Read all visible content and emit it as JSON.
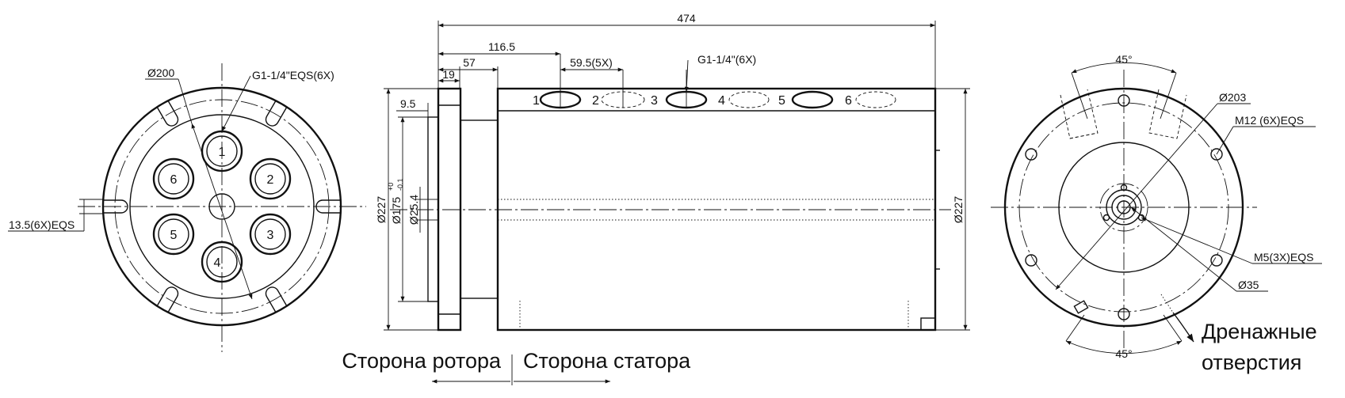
{
  "left_view": {
    "dim_diameter": "Ø200",
    "dim_port": "G1-1/4\"EQS(6X)",
    "dim_hole": "13.5(6X)EQS",
    "port_numbers": [
      "1",
      "2",
      "3",
      "4",
      "5",
      "6"
    ]
  },
  "side_view": {
    "dim_total_length": "474",
    "dim_116": "116.5",
    "dim_57": "57",
    "dim_19": "19",
    "dim_pitch": "59.5(5X)",
    "dim_port": "G1-1/4\"(6X)",
    "dim_9_5": "9.5",
    "dim_d227_left": "Ø227",
    "dim_d175": "Ø175",
    "dim_d175_tol_upper": "+0",
    "dim_d175_tol_lower": "-0.1",
    "dim_d25": "Ø25.4",
    "dim_d227_right": "Ø227",
    "port_numbers": [
      "1",
      "2",
      "3",
      "4",
      "5",
      "6"
    ],
    "caption_rotor": "Сторона ротора",
    "caption_stator": "Сторона статора"
  },
  "right_view": {
    "dim_angle_top": "45°",
    "dim_angle_bottom": "45°",
    "dim_d203": "Ø203",
    "dim_m12": "M12 (6X)EQS",
    "dim_m5": "M5(3X)EQS",
    "dim_d35": "Ø35",
    "caption_drain_line1": "Дренажные",
    "caption_drain_line2": "отверстия"
  }
}
